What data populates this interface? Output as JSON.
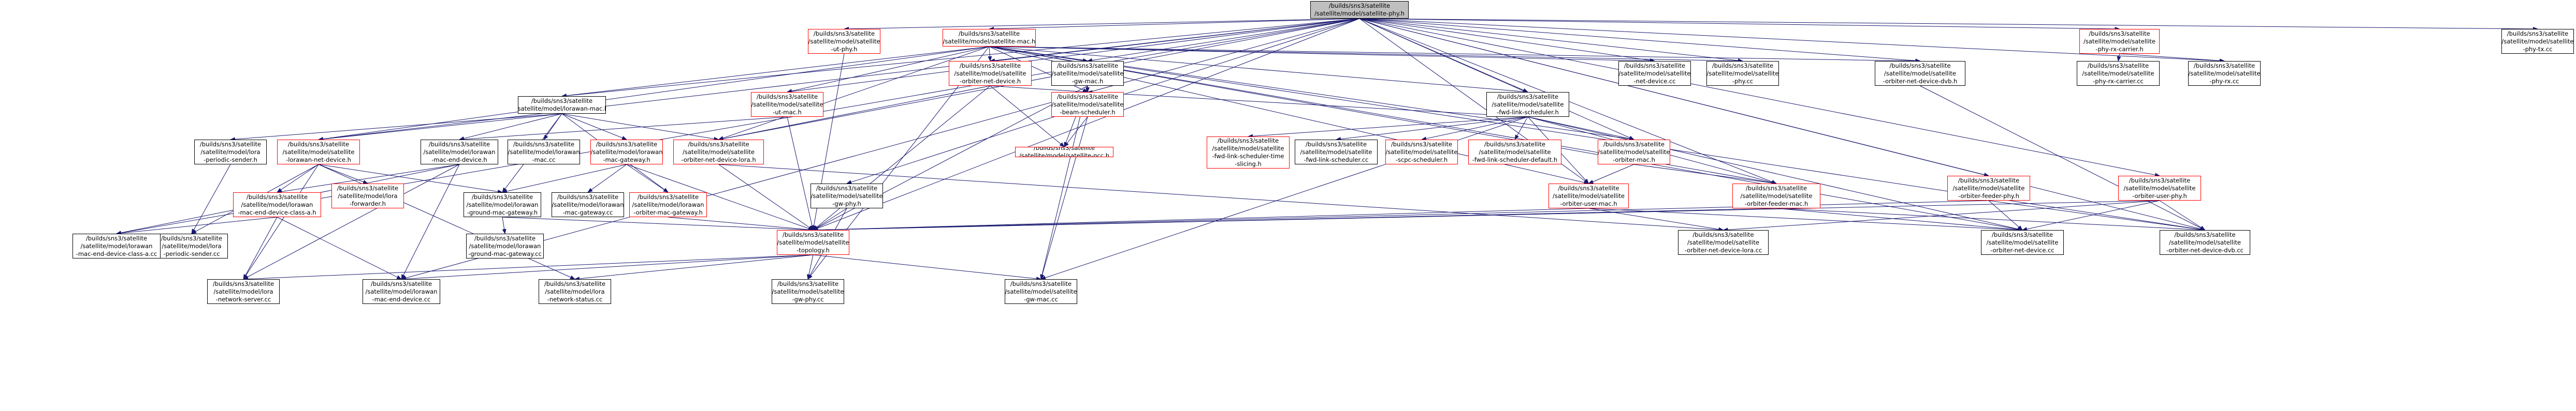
{
  "nodes": {
    "root": "/builds/sns3/satellite\n/satellite/model/satellite-phy.h",
    "mac_h": "/builds/sns3/satellite\n/satellite/model/satellite-mac.h",
    "ut_phy_h": "/builds/sns3/satellite\n/satellite/model/satellite\n-ut-phy.h",
    "phy_rx_carrier_h": "/builds/sns3/satellite\n/satellite/model/satellite\n-phy-rx-carrier.h",
    "phy_tx_cc": "/builds/sns3/satellite\n/satellite/model/satellite\n-phy-tx.cc",
    "orbiter_net_device_h": "/builds/sns3/satellite\n/satellite/model/satellite\n-orbiter-net-device.h",
    "gw_mac_h": "/builds/sns3/satellite\n/satellite/model/satellite\n-gw-mac.h",
    "net_device_cc": "/builds/sns3/satellite\n/satellite/model/satellite\n-net-device.cc",
    "phy_cc": "/builds/sns3/satellite\n/satellite/model/satellite\n-phy.cc",
    "orbiter_net_device_dvb_h": "/builds/sns3/satellite\n/satellite/model/satellite\n-orbiter-net-device-dvb.h",
    "phy_rx_carrier_cc": "/builds/sns3/satellite\n/satellite/model/satellite\n-phy-rx-carrier.cc",
    "phy_rx_cc": "/builds/sns3/satellite\n/satellite/model/satellite\n-phy-rx.cc",
    "lorawan_mac_h": "/builds/sns3/satellite\n/satellite/model/lorawan-mac.h",
    "ut_mac_h": "/builds/sns3/satellite\n/satellite/model/satellite\n-ut-mac.h",
    "fwd_link_scheduler_h": "/builds/sns3/satellite\n/satellite/model/satellite\n-fwd-link-scheduler.h",
    "beam_scheduler_h": "/builds/sns3/satellite\n/satellite/model/satellite\n-beam-scheduler.h",
    "lora_periodic_sender_h": "/builds/sns3/satellite\n/satellite/model/lora\n-periodic-sender.h",
    "lorawan_net_device_h": "/builds/sns3/satellite\n/satellite/model/satellite\n-lorawan-net-device.h",
    "lorawan_mac_end_device_h": "/builds/sns3/satellite\n/satellite/model/lorawan\n-mac-end-device.h",
    "lorawan_mac_cc": "/builds/sns3/satellite\n/satellite/model/lorawan\n-mac.cc",
    "lorawan_mac_gateway_h": "/builds/sns3/satellite\n/satellite/model/lorawan\n-mac-gateway.h",
    "orbiter_net_device_lora_h": "/builds/sns3/satellite\n/satellite/model/satellite\n-orbiter-net-device-lora.h",
    "ncc_h": "/builds/sns3/satellite\n/satellite/model/satellite-ncc.h",
    "fls_time_slicing_h": "/builds/sns3/satellite\n/satellite/model/satellite\n-fwd-link-scheduler-time\n-slicing.h",
    "fls_cc": "/builds/sns3/satellite\n/satellite/model/satellite\n-fwd-link-scheduler.cc",
    "scpc_scheduler_h": "/builds/sns3/satellite\n/satellite/model/satellite\n-scpc-scheduler.h",
    "fls_default_h": "/builds/sns3/satellite\n/satellite/model/satellite\n-fwd-link-scheduler-default.h",
    "orbiter_mac_h": "/builds/sns3/satellite\n/satellite/model/satellite\n-orbiter-mac.h",
    "orbiter_feeder_phy_h": "/builds/sns3/satellite\n/satellite/model/satellite\n-orbiter-feeder-phy.h",
    "orbiter_user_phy_h": "/builds/sns3/satellite\n/satellite/model/satellite\n-orbiter-user-phy.h",
    "lora_forwarder_h": "/builds/sns3/satellite\n/satellite/model/lora\n-forwarder.h",
    "lorawan_med_class_a_h": "/builds/sns3/satellite\n/satellite/model/lorawan\n-mac-end-device-class-a.h",
    "lorawan_ground_mac_gw_h": "/builds/sns3/satellite\n/satellite/model/lorawan\n-ground-mac-gateway.h",
    "lorawan_mac_gateway_cc": "/builds/sns3/satellite\n/satellite/model/lorawan\n-mac-gateway.cc",
    "lorawan_orbiter_mac_gw_h": "/builds/sns3/satellite\n/satellite/model/lorawan\n-orbiter-mac-gateway.h",
    "gw_phy_h": "/builds/sns3/satellite\n/satellite/model/satellite\n-gw-phy.h",
    "orbiter_user_mac_h": "/builds/sns3/satellite\n/satellite/model/satellite\n-orbiter-user-mac.h",
    "orbiter_feeder_mac_h": "/builds/sns3/satellite\n/satellite/model/satellite\n-orbiter-feeder-mac.h",
    "lora_periodic_sender_cc": "/builds/sns3/satellite\n/satellite/model/lora\n-periodic-sender.cc",
    "lorawan_ground_mac_gw_cc": "/builds/sns3/satellite\n/satellite/model/lorawan\n-ground-mac-gateway.cc",
    "topology_h": "/builds/sns3/satellite\n/satellite/model/satellite\n-topology.h",
    "orbiter_net_device_lora_cc": "/builds/sns3/satellite\n/satellite/model/satellite\n-orbiter-net-device-lora.cc",
    "orbiter_net_device_cc": "/builds/sns3/satellite\n/satellite/model/satellite\n-orbiter-net-device.cc",
    "orbiter_net_device_dvb_cc": "/builds/sns3/satellite\n/satellite/model/satellite\n-orbiter-net-device-dvb.cc",
    "lorawan_med_class_a_cc": "/builds/sns3/satellite\n/satellite/model/lorawan\n-mac-end-device-class-a.cc",
    "lora_network_server_cc": "/builds/sns3/satellite\n/satellite/model/lora\n-network-server.cc",
    "lorawan_mac_end_device_cc": "/builds/sns3/satellite\n/satellite/model/lorawan\n-mac-end-device.cc",
    "lora_network_status_cc": "/builds/sns3/satellite\n/satellite/model/lora\n-network-status.cc",
    "gw_phy_cc": "/builds/sns3/satellite\n/satellite/model/satellite\n-gw-phy.cc",
    "gw_mac_cc": "/builds/sns3/satellite\n/satellite/model/satellite\n-gw-mac.cc"
  },
  "red_nodes": [
    "mac_h",
    "ut_phy_h",
    "phy_rx_carrier_h",
    "orbiter_net_device_h",
    "beam_scheduler_h",
    "ut_mac_h",
    "lorawan_net_device_h",
    "lorawan_mac_gateway_h",
    "orbiter_net_device_lora_h",
    "ncc_h",
    "fls_time_slicing_h",
    "fls_default_h",
    "scpc_scheduler_h",
    "orbiter_mac_h",
    "orbiter_feeder_phy_h",
    "orbiter_user_phy_h",
    "lora_forwarder_h",
    "lorawan_med_class_a_h",
    "lorawan_orbiter_mac_gw_h",
    "orbiter_user_mac_h",
    "orbiter_feeder_mac_h",
    "topology_h"
  ],
  "edges": [
    [
      "root",
      "mac_h"
    ],
    [
      "root",
      "ut_phy_h"
    ],
    [
      "root",
      "phy_rx_carrier_h"
    ],
    [
      "root",
      "phy_tx_cc"
    ],
    [
      "root",
      "phy_rx_cc"
    ],
    [
      "root",
      "orbiter_net_device_h"
    ],
    [
      "root",
      "gw_mac_h"
    ],
    [
      "root",
      "net_device_cc"
    ],
    [
      "root",
      "phy_cc"
    ],
    [
      "root",
      "orbiter_net_device_dvb_h"
    ],
    [
      "root",
      "lorawan_mac_h"
    ],
    [
      "root",
      "ut_mac_h"
    ],
    [
      "root",
      "fwd_link_scheduler_h"
    ],
    [
      "root",
      "orbiter_mac_h"
    ],
    [
      "root",
      "orbiter_feeder_phy_h"
    ],
    [
      "root",
      "orbiter_user_phy_h"
    ],
    [
      "root",
      "gw_phy_h"
    ],
    [
      "root",
      "lorawan_net_device_h"
    ],
    [
      "root",
      "orbiter_net_device_lora_h"
    ],
    [
      "root",
      "topology_h"
    ],
    [
      "root",
      "orbiter_feeder_mac_h"
    ],
    [
      "root",
      "orbiter_user_mac_h"
    ],
    [
      "root",
      "lorawan_mac_end_device_cc"
    ],
    [
      "root",
      "orbiter_net_device_dvb_cc"
    ],
    [
      "root",
      "lorawan_med_class_a_cc"
    ],
    [
      "mac_h",
      "orbiter_net_device_h"
    ],
    [
      "mac_h",
      "gw_mac_h"
    ],
    [
      "mac_h",
      "net_device_cc"
    ],
    [
      "mac_h",
      "phy_cc"
    ],
    [
      "mac_h",
      "orbiter_net_device_dvb_h"
    ],
    [
      "mac_h",
      "lorawan_mac_h"
    ],
    [
      "mac_h",
      "ut_mac_h"
    ],
    [
      "mac_h",
      "fwd_link_scheduler_h"
    ],
    [
      "mac_h",
      "beam_scheduler_h"
    ],
    [
      "mac_h",
      "orbiter_mac_h"
    ],
    [
      "mac_h",
      "orbiter_net_device_lora_h"
    ],
    [
      "mac_h",
      "orbiter_user_mac_h"
    ],
    [
      "mac_h",
      "orbiter_feeder_mac_h"
    ],
    [
      "mac_h",
      "orbiter_net_device_cc"
    ],
    [
      "mac_h",
      "orbiter_net_device_dvb_cc"
    ],
    [
      "mac_h",
      "gw_phy_cc"
    ],
    [
      "mac_h",
      "lorawan_net_device_h"
    ],
    [
      "ut_phy_h",
      "topology_h"
    ],
    [
      "phy_rx_carrier_h",
      "phy_rx_carrier_cc"
    ],
    [
      "phy_rx_carrier_h",
      "phy_rx_cc"
    ],
    [
      "orbiter_net_device_h",
      "beam_scheduler_h"
    ],
    [
      "orbiter_net_device_h",
      "ncc_h"
    ],
    [
      "orbiter_net_device_h",
      "topology_h"
    ],
    [
      "orbiter_net_device_h",
      "orbiter_net_device_lora_h"
    ],
    [
      "gw_mac_h",
      "beam_scheduler_h"
    ],
    [
      "gw_mac_h",
      "ncc_h"
    ],
    [
      "gw_mac_h",
      "topology_h"
    ],
    [
      "gw_mac_h",
      "gw_mac_cc"
    ],
    [
      "orbiter_net_device_dvb_h",
      "orbiter_net_device_dvb_cc"
    ],
    [
      "lorawan_mac_h",
      "lora_periodic_sender_h"
    ],
    [
      "lorawan_mac_h",
      "lorawan_net_device_h"
    ],
    [
      "lorawan_mac_h",
      "lorawan_mac_end_device_h"
    ],
    [
      "lorawan_mac_h",
      "lorawan_mac_cc"
    ],
    [
      "lorawan_mac_h",
      "lorawan_mac_gateway_h"
    ],
    [
      "lorawan_mac_h",
      "orbiter_net_device_lora_h"
    ],
    [
      "lorawan_mac_h",
      "lorawan_ground_mac_gw_h"
    ],
    [
      "lorawan_mac_h",
      "lorawan_orbiter_mac_gw_h"
    ],
    [
      "ut_mac_h",
      "lorawan_mac_end_device_h"
    ],
    [
      "ut_mac_h",
      "topology_h"
    ],
    [
      "fwd_link_scheduler_h",
      "beam_scheduler_h"
    ],
    [
      "fwd_link_scheduler_h",
      "fls_time_slicing_h"
    ],
    [
      "fwd_link_scheduler_h",
      "fls_cc"
    ],
    [
      "fwd_link_scheduler_h",
      "scpc_scheduler_h"
    ],
    [
      "fwd_link_scheduler_h",
      "fls_default_h"
    ],
    [
      "fwd_link_scheduler_h",
      "orbiter_mac_h"
    ],
    [
      "fwd_link_scheduler_h",
      "orbiter_user_mac_h"
    ],
    [
      "fwd_link_scheduler_h",
      "orbiter_feeder_mac_h"
    ],
    [
      "fwd_link_scheduler_h",
      "gw_mac_cc"
    ],
    [
      "fwd_link_scheduler_h",
      "orbiter_net_device_cc"
    ],
    [
      "beam_scheduler_h",
      "ncc_h"
    ],
    [
      "beam_scheduler_h",
      "gw_mac_cc"
    ],
    [
      "lora_periodic_sender_h",
      "lora_periodic_sender_cc"
    ],
    [
      "lorawan_net_device_h",
      "lora_forwarder_h"
    ],
    [
      "lorawan_net_device_h",
      "lorawan_med_class_a_h"
    ],
    [
      "lorawan_net_device_h",
      "lorawan_ground_mac_gw_h"
    ],
    [
      "lorawan_net_device_h",
      "lora_periodic_sender_cc"
    ],
    [
      "lorawan_net_device_h",
      "lora_network_server_cc"
    ],
    [
      "lorawan_net_device_h",
      "lora_network_status_cc"
    ],
    [
      "lorawan_mac_end_device_h",
      "lorawan_med_class_a_h"
    ],
    [
      "lorawan_mac_end_device_h",
      "lorawan_med_class_a_cc"
    ],
    [
      "lorawan_mac_end_device_h",
      "lorawan_mac_end_device_cc"
    ],
    [
      "lorawan_mac_end_device_h",
      "lora_network_server_cc"
    ],
    [
      "lorawan_mac_gateway_h",
      "lorawan_ground_mac_gw_h"
    ],
    [
      "lorawan_mac_gateway_h",
      "lorawan_mac_gateway_cc"
    ],
    [
      "lorawan_mac_gateway_h",
      "lorawan_orbiter_mac_gw_h"
    ],
    [
      "lorawan_mac_gateway_h",
      "topology_h"
    ],
    [
      "orbiter_net_device_lora_h",
      "topology_h"
    ],
    [
      "orbiter_net_device_lora_h",
      "orbiter_net_device_lora_cc"
    ],
    [
      "orbiter_mac_h",
      "orbiter_user_mac_h"
    ],
    [
      "orbiter_mac_h",
      "orbiter_feeder_mac_h"
    ],
    [
      "orbiter_feeder_phy_h",
      "topology_h"
    ],
    [
      "orbiter_feeder_phy_h",
      "orbiter_net_device_cc"
    ],
    [
      "orbiter_feeder_phy_h",
      "orbiter_net_device_dvb_cc"
    ],
    [
      "orbiter_user_phy_h",
      "topology_h"
    ],
    [
      "orbiter_user_phy_h",
      "orbiter_net_device_cc"
    ],
    [
      "orbiter_user_phy_h",
      "orbiter_net_device_dvb_cc"
    ],
    [
      "orbiter_user_phy_h",
      "orbiter_net_device_lora_cc"
    ],
    [
      "lorawan_med_class_a_h",
      "lorawan_med_class_a_cc"
    ],
    [
      "lorawan_med_class_a_h",
      "lorawan_mac_end_device_cc"
    ],
    [
      "lorawan_med_class_a_h",
      "lora_network_server_cc"
    ],
    [
      "lorawan_ground_mac_gw_h",
      "lorawan_ground_mac_gw_cc"
    ],
    [
      "lorawan_ground_mac_gw_h",
      "topology_h"
    ],
    [
      "lorawan_orbiter_mac_gw_h",
      "topology_h"
    ],
    [
      "gw_phy_h",
      "gw_phy_cc"
    ],
    [
      "gw_phy_h",
      "topology_h"
    ],
    [
      "orbiter_user_mac_h",
      "topology_h"
    ],
    [
      "orbiter_user_mac_h",
      "orbiter_net_device_cc"
    ],
    [
      "orbiter_user_mac_h",
      "orbiter_net_device_lora_cc"
    ],
    [
      "orbiter_feeder_mac_h",
      "topology_h"
    ],
    [
      "orbiter_feeder_mac_h",
      "orbiter_net_device_cc"
    ],
    [
      "orbiter_feeder_mac_h",
      "orbiter_net_device_dvb_cc"
    ],
    [
      "topology_h",
      "lora_network_server_cc"
    ],
    [
      "topology_h",
      "lorawan_mac_end_device_cc"
    ],
    [
      "topology_h",
      "lora_network_status_cc"
    ],
    [
      "topology_h",
      "gw_phy_cc"
    ],
    [
      "topology_h",
      "gw_mac_cc"
    ]
  ]
}
